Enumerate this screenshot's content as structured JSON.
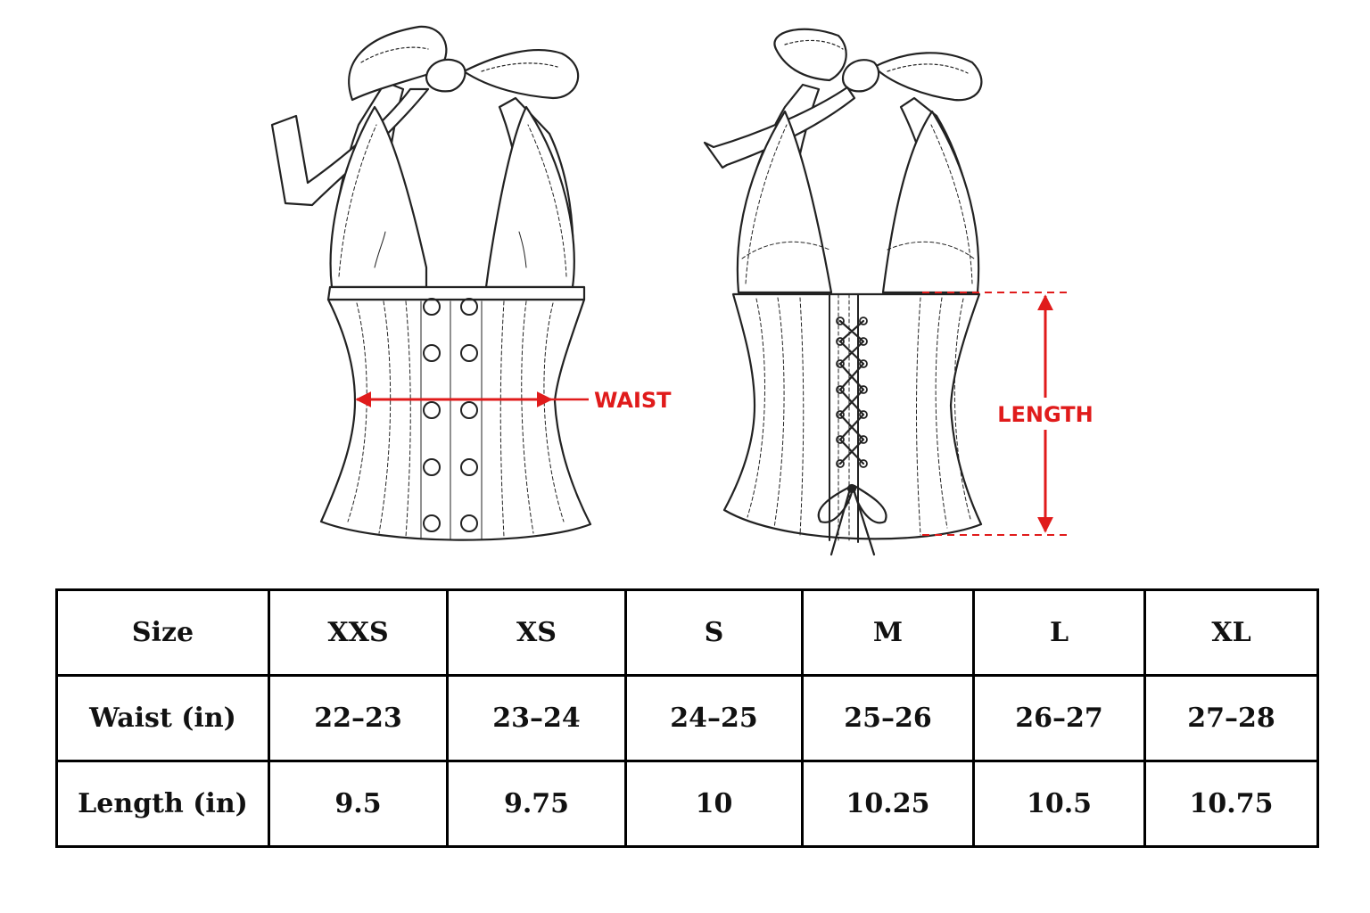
{
  "labels": {
    "waist": "WAIST",
    "length": "LENGTH"
  },
  "colors": {
    "measurement": "#e01b1b",
    "line": "#222222"
  },
  "table": {
    "header": [
      "Size",
      "XXS",
      "XS",
      "S",
      "M",
      "L",
      "XL"
    ],
    "rows": [
      {
        "label": "Waist (in)",
        "values": [
          "22–23",
          "23–24",
          "24–25",
          "25–26",
          "26–27",
          "27–28"
        ]
      },
      {
        "label": "Length (in)",
        "values": [
          "9.5",
          "9.75",
          "10",
          "10.25",
          "10.5",
          "10.75"
        ]
      }
    ]
  }
}
